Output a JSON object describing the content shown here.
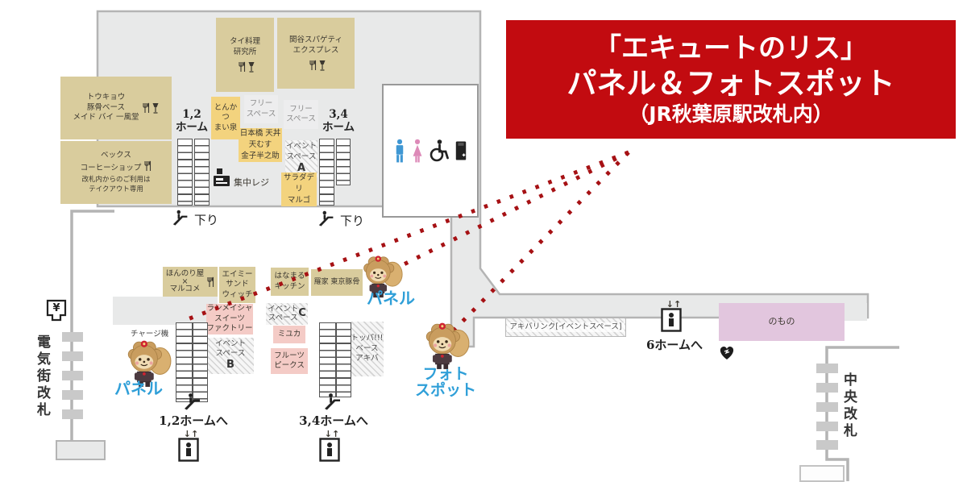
{
  "banner": {
    "line1": "「エキュートのリス」",
    "line2": "パネル＆フォトスポット",
    "line3": "（JR秋葉原駅改札内）"
  },
  "shops": {
    "thai": {
      "name": "タイ料理\n研究所"
    },
    "sekiya": {
      "name": "関谷スパゲティ\nエクスプレス"
    },
    "ippudo": {
      "name": "トウキョウ\n豚骨ベース\nメイド バイ 一風堂"
    },
    "becks": {
      "name": "ベックス\nコーヒーショップ",
      "note": "改札内からのご利用は\nテイクアウト専用"
    },
    "maisen": {
      "name": "とんかつ\nまい泉"
    },
    "free_space": {
      "name": "フリー\nスペース"
    },
    "kaneko": {
      "name": "日本橋 天丼\n天むす\n金子半之助"
    },
    "salad": {
      "name": "サラダデリ\nマルゴ"
    },
    "honnoriya": {
      "name": "ほんのり屋\n×\nマルコメ"
    },
    "amy": {
      "name": "エイミー\nサンド\nウィッチ"
    },
    "ranmeisha": {
      "name": "ランメイシャ\nスイーツ\nファクトリー"
    },
    "hanamaru": {
      "name": "はなまる\nキッチン"
    },
    "raya": {
      "name": "羅家 東京豚骨"
    },
    "miyuka": {
      "name": "ミユカ"
    },
    "fruits": {
      "name": "フルーツ\nピークス"
    },
    "toppa": {
      "name": "トッパ!!!\nベース\nアキバ"
    },
    "nomono": {
      "name": "のもの"
    }
  },
  "event_spaces": {
    "a": {
      "label": "イベント\nスペース",
      "letter": "A"
    },
    "b": {
      "label": "イベント\nスペース",
      "letter": "B"
    },
    "c": {
      "label": "イベント\nスペース",
      "letter": "C"
    },
    "akibalink": {
      "label": "アキバリンク[イベントスペース]"
    }
  },
  "facilities": {
    "register": "集中レジ",
    "charge": "チャージ機",
    "down": "下り",
    "ticket_machine": "¥",
    "elevator_arrows": "↓↑"
  },
  "platforms": {
    "p12": "1,2\nホーム",
    "p34": "3,4\nホーム",
    "to_p12": "1,2ホームへ",
    "to_p34": "3,4ホームへ",
    "to_p6": "6ホームへ"
  },
  "gates": {
    "denkigai": "電気街改札",
    "chuo": "中央改札"
  },
  "spots": {
    "panel1": "パネル",
    "panel2": "パネル",
    "photo": "フォト\nスポット"
  },
  "colors": {
    "banner_red": "#c20b10",
    "dot_red": "#a61114",
    "label_blue": "#2f9fd8",
    "shop_tan": "#d9cc9d",
    "shop_yellow": "#f3d37e",
    "shop_pink": "#f4cbc6",
    "shop_purple": "#e2c6de",
    "concourse_gray": "#e8e9e9",
    "border_gray": "#b4b4b4",
    "restroom_male_blue": "#3f97d3",
    "restroom_female_pink": "#dd8ab8"
  }
}
